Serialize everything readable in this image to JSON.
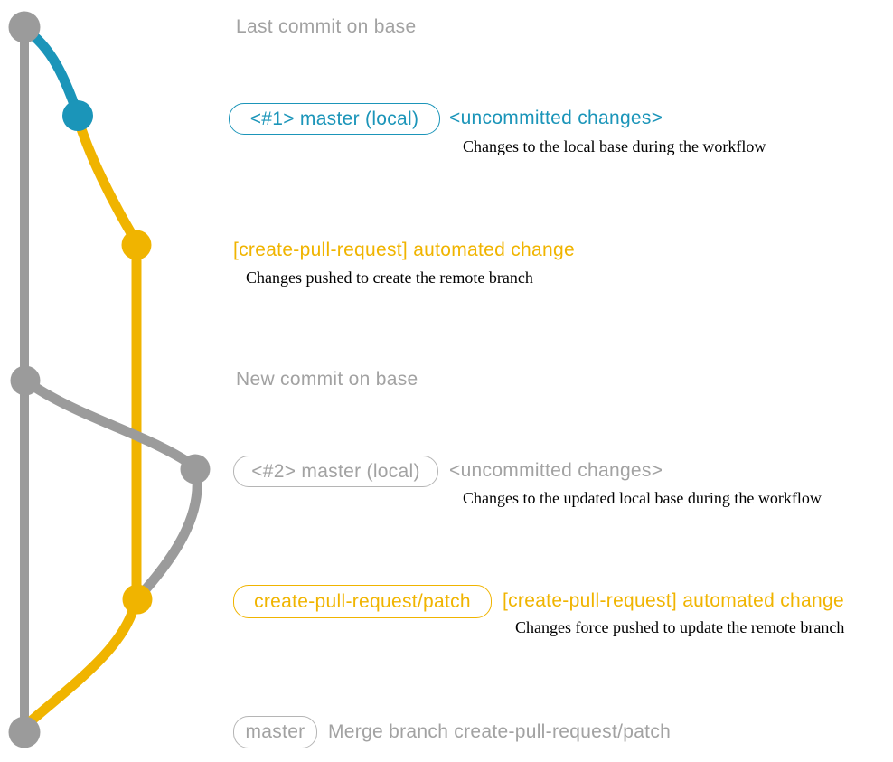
{
  "colors": {
    "gray": "#9b9b9b",
    "gray_text": "#a2a2a2",
    "gray_border": "#b5b5b5",
    "blue": "#1b95b9",
    "yellow": "#f0b400",
    "desc_text": "#000000"
  },
  "graph": {
    "type": "git-commit-graph",
    "branches": [
      {
        "name": "base-branch",
        "color": "#9b9b9b"
      },
      {
        "name": "local-master-uncommitted",
        "color": "#1b95b9"
      },
      {
        "name": "create-pull-request-patch",
        "color": "#f0b400"
      }
    ],
    "commit_nodes": [
      {
        "name": "last-commit-on-base",
        "color": "gray"
      },
      {
        "name": "uncommitted-changes-1",
        "color": "blue"
      },
      {
        "name": "automated-change-1",
        "color": "yellow"
      },
      {
        "name": "new-commit-on-base",
        "color": "gray"
      },
      {
        "name": "uncommitted-changes-2",
        "color": "gray"
      },
      {
        "name": "automated-change-2",
        "color": "yellow"
      },
      {
        "name": "merge-commit",
        "color": "gray"
      }
    ]
  },
  "rows": {
    "last_commit": {
      "label": "Last commit on base"
    },
    "master_local_1": {
      "badge": "<#1> master (local)",
      "note": "<uncommitted changes>",
      "desc": "Changes to the local base during the workflow"
    },
    "cpr_change_1": {
      "label": "[create-pull-request] automated change",
      "desc": "Changes pushed to create the remote branch"
    },
    "new_commit": {
      "label": "New commit on base"
    },
    "master_local_2": {
      "badge": "<#2> master (local)",
      "note": "<uncommitted changes>",
      "desc": "Changes to the updated local base during the workflow"
    },
    "cpr_change_2": {
      "badge": "create-pull-request/patch",
      "label": "[create-pull-request] automated change",
      "desc": "Changes force pushed to update the remote branch"
    },
    "merge": {
      "badge": "master",
      "label": "Merge branch create-pull-request/patch"
    }
  }
}
